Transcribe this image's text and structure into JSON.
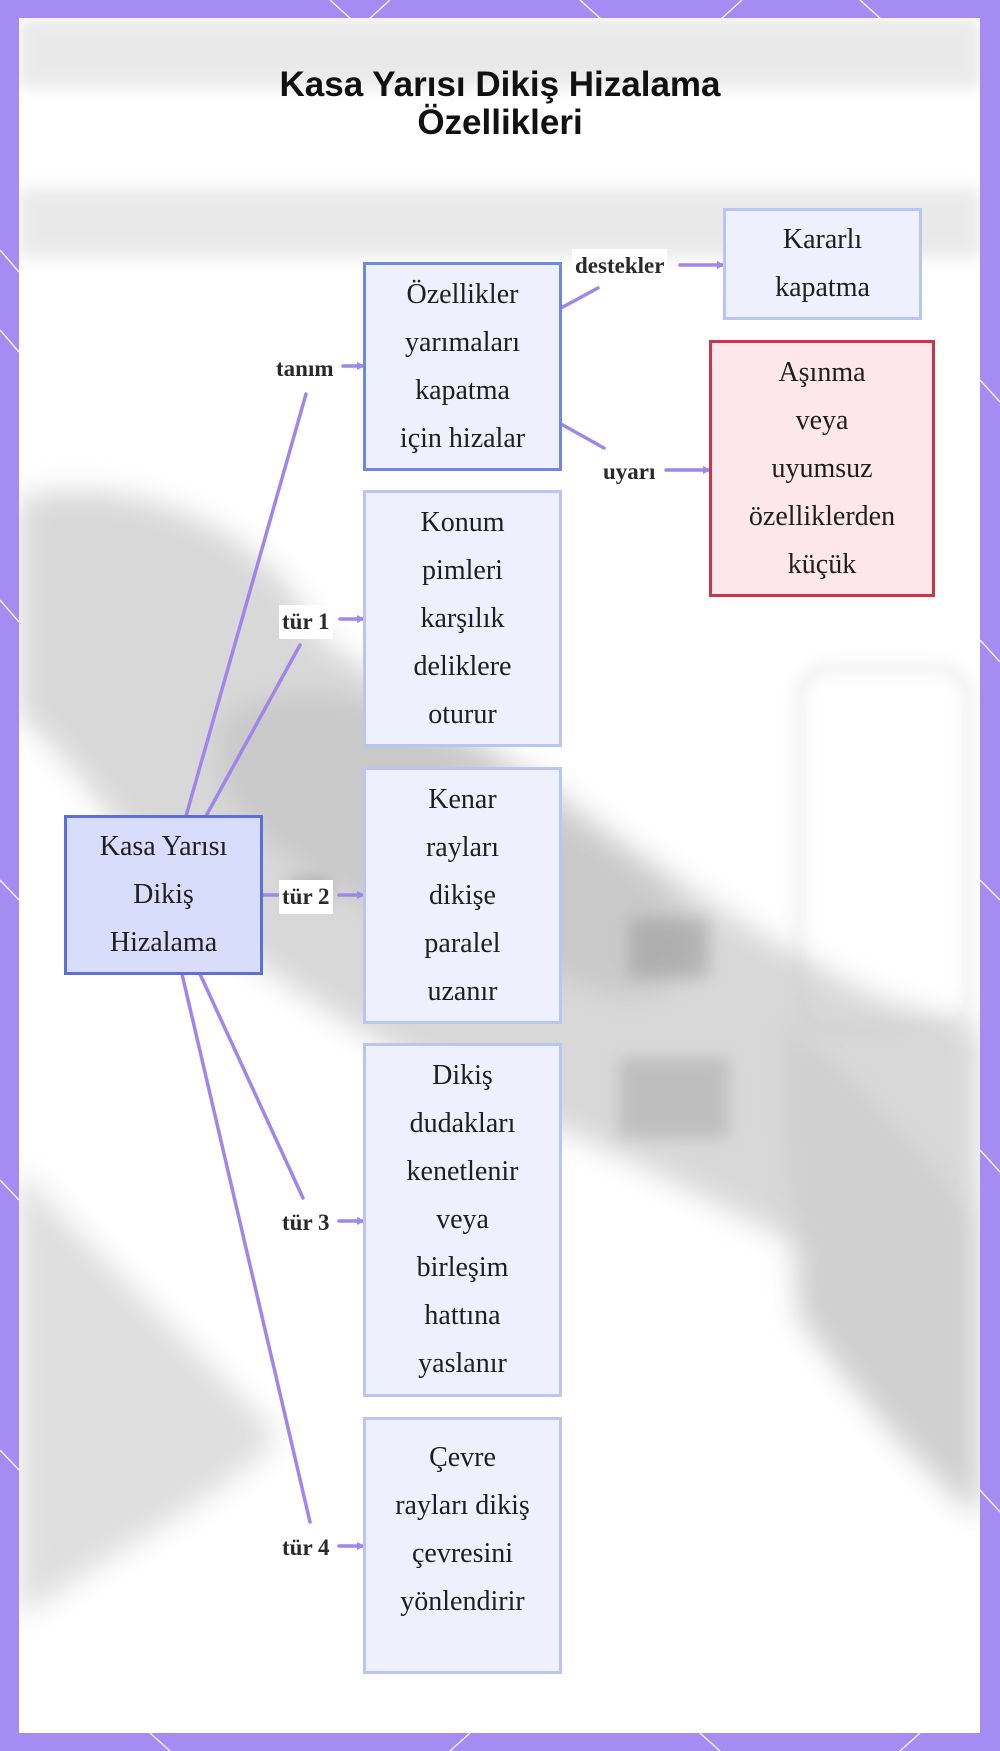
{
  "title": "Kasa Yarısı Dikiş Hizalama Özellikleri",
  "title_lines": [
    "Kasa Yarısı Dikiş Hizalama",
    "Özellikleri"
  ],
  "colors": {
    "frame": "#a48cf2",
    "edge": "#9f86ea",
    "root_fill": "#d7ddfb",
    "root_border": "#5b71d9",
    "node_fill": "#eef1fd",
    "node_border": "#bac5f3",
    "warn_fill": "#fde7ec",
    "warn_border": "#c63749"
  },
  "nodes": {
    "root": [
      "Kasa Yarısı",
      "Dikiş",
      "Hizalama"
    ],
    "definition": [
      "Özellikler",
      "yarımaları",
      "kapatma",
      "için hizalar"
    ],
    "support": [
      "Kararlı",
      "kapatma"
    ],
    "warning": [
      "Aşınma",
      "veya",
      "uyumsuz",
      "özelliklerden",
      "küçük"
    ],
    "type1": [
      "Konum",
      "pimleri",
      "karşılık",
      "deliklere",
      "oturur"
    ],
    "type2": [
      "Kenar",
      "rayları",
      "dikişe",
      "paralel",
      "uzanır"
    ],
    "type3": [
      "Dikiş",
      "dudakları",
      "kenetlenir",
      "veya",
      "birleşim",
      "hattına",
      "yaslanır"
    ],
    "type4": [
      "Çevre",
      "rayları dikiş",
      "çevresini",
      "yönlendirir"
    ]
  },
  "edge_labels": {
    "definition": "tanım",
    "support": "destekler",
    "warning": "uyarı",
    "type1": "tür 1",
    "type2": "tür 2",
    "type3": "tür 3",
    "type4": "tür 4"
  }
}
